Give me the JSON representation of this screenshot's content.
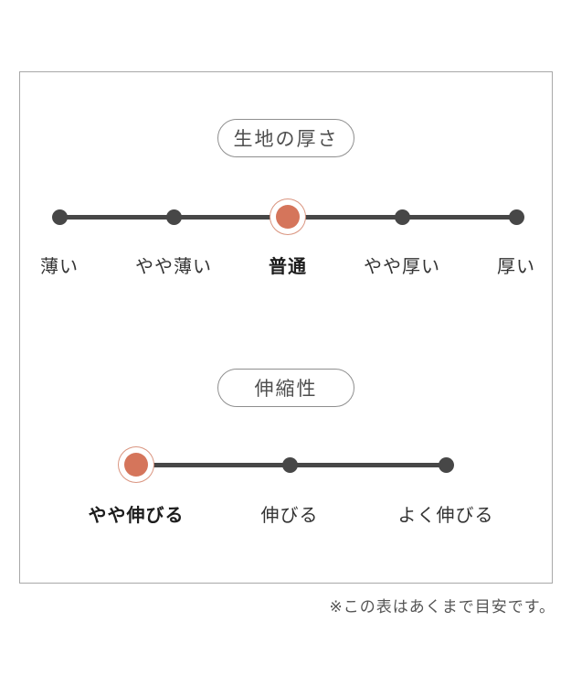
{
  "accent_color": "#d5755b",
  "line_color": "#474747",
  "sections": [
    {
      "title": "生地の厚さ",
      "options": [
        "薄い",
        "やや薄い",
        "普通",
        "やや厚い",
        "厚い"
      ],
      "selected_index": 2,
      "selected_label": "普通"
    },
    {
      "title": "伸縮性",
      "options": [
        "やや伸びる",
        "伸びる",
        "よく伸びる"
      ],
      "selected_index": 0,
      "selected_label": "やや伸びる"
    }
  ],
  "footnote": "※この表はあくまで目安です。",
  "chart_data": [
    {
      "type": "scatter",
      "title": "生地の厚さ",
      "categories": [
        "薄い",
        "やや薄い",
        "普通",
        "やや厚い",
        "厚い"
      ],
      "selected": "普通",
      "selected_index": 2,
      "xlabel": "",
      "ylabel": "",
      "legend_position": "none",
      "notes": "5-step rating scale, highlighted marker on 普通 (center)"
    },
    {
      "type": "scatter",
      "title": "伸縮性",
      "categories": [
        "やや伸びる",
        "伸びる",
        "よく伸びる"
      ],
      "selected": "やや伸びる",
      "selected_index": 0,
      "xlabel": "",
      "ylabel": "",
      "legend_position": "none",
      "notes": "3-step rating scale, highlighted marker on やや伸びる (left)"
    }
  ]
}
